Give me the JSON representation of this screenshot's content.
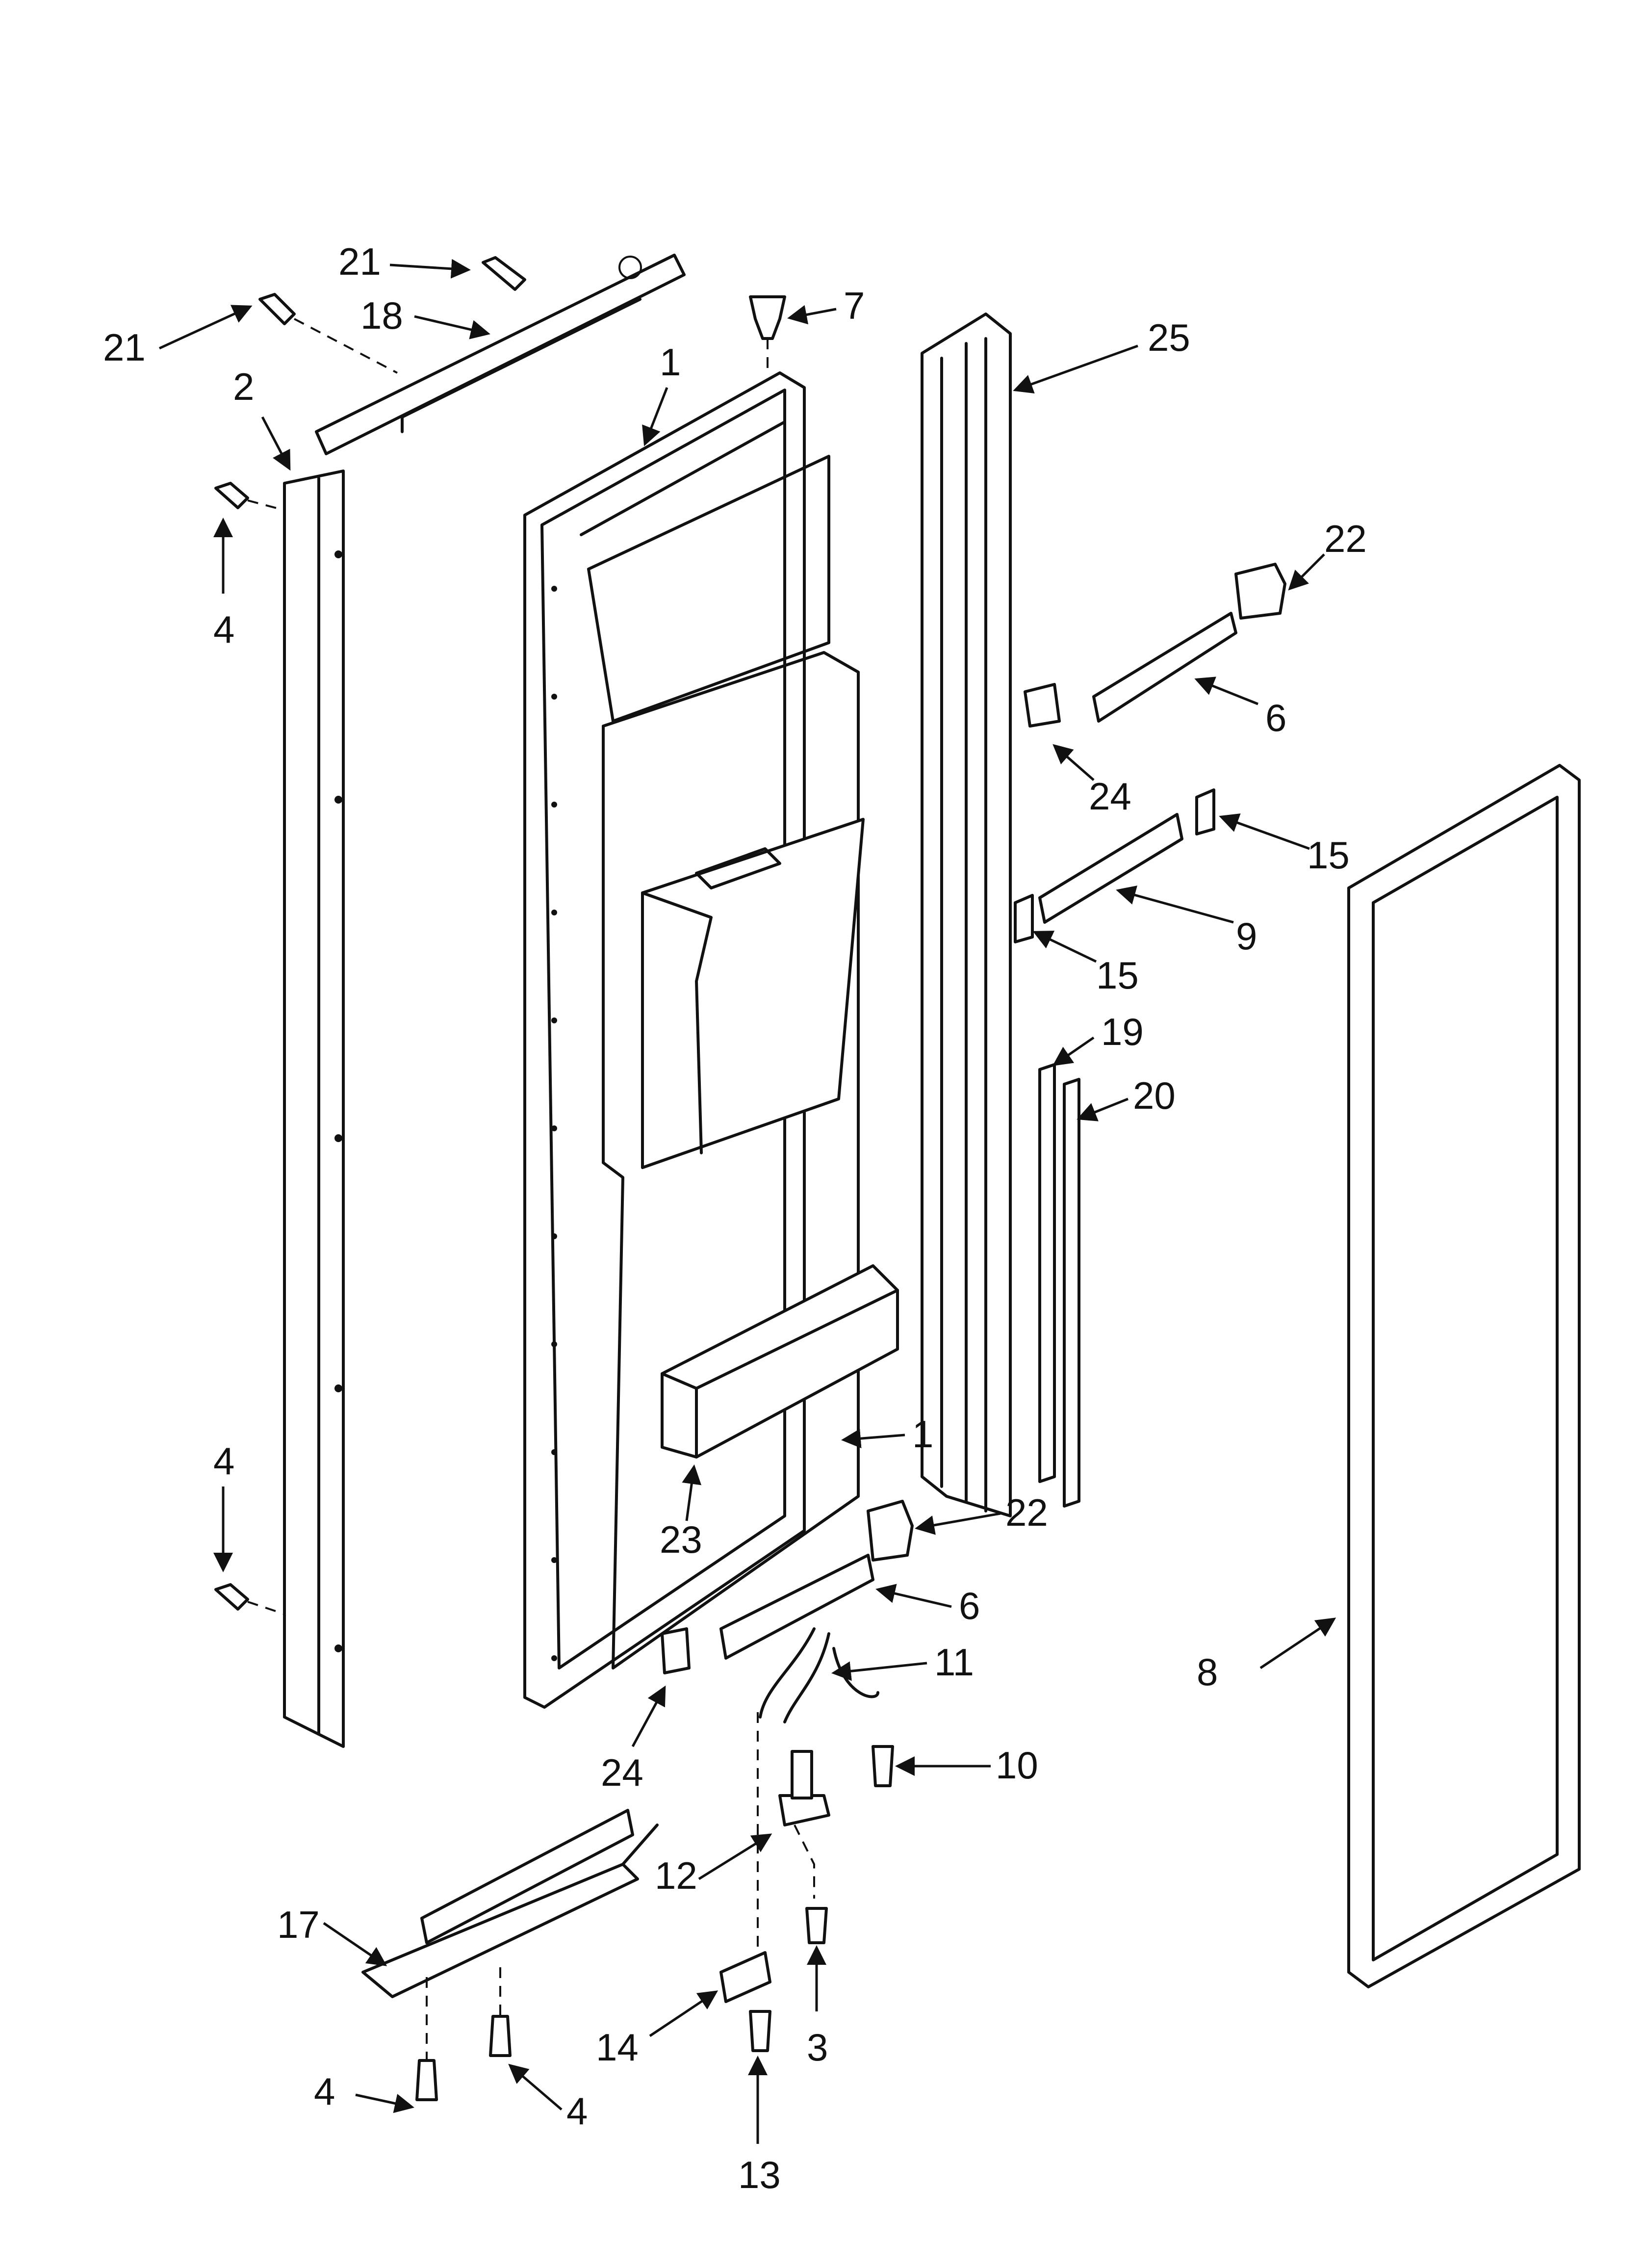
{
  "callouts": {
    "c21a": "21",
    "c21b": "21",
    "c18": "18",
    "c7": "7",
    "c25": "25",
    "c2": "2",
    "c1a": "1",
    "c4a": "4",
    "c22a": "22",
    "c6a": "6",
    "c24a": "24",
    "c15a": "15",
    "c9": "9",
    "c15b": "15",
    "c19": "19",
    "c20": "20",
    "c4b": "4",
    "c1b": "1",
    "c22b": "22",
    "c23": "23",
    "c6b": "6",
    "c11": "11",
    "c8": "8",
    "c24b": "24",
    "c10": "10",
    "c12": "12",
    "c17": "17",
    "c14": "14",
    "c3": "3",
    "c4c": "4",
    "c4d": "4",
    "c13": "13"
  }
}
